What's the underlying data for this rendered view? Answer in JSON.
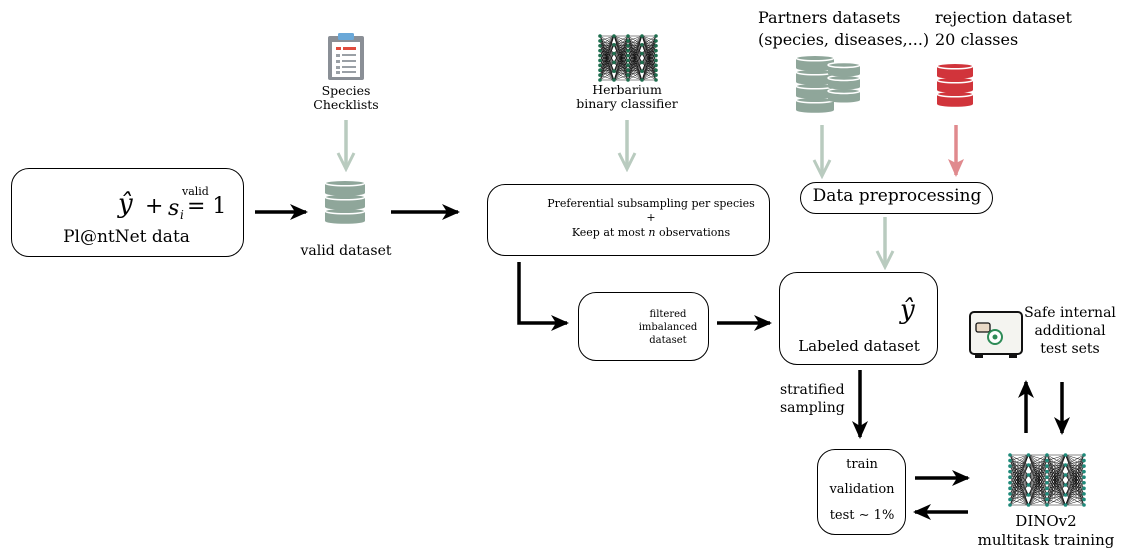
{
  "nodes": {
    "plantnet": {
      "label": "Pl@ntNet data",
      "y_hat": "ŷ",
      "plus": "+",
      "s": "s",
      "sub_i": "i",
      "sup_valid": "valid",
      "equals_one": "= 1"
    },
    "checklists": {
      "line1": "Species",
      "line2": "Checklists"
    },
    "valid": {
      "label": "valid dataset"
    },
    "herbarium": {
      "line1": "Herbarium",
      "line2": "binary classifier"
    },
    "subsampling": {
      "line1": "Preferential subsampling per species",
      "line2": "+",
      "line3_pre": "Keep at most ",
      "line3_n": "n",
      "line3_post": " observations"
    },
    "partners": {
      "line1": "Partners datasets",
      "line2": "(species, diseases,...)"
    },
    "rejection": {
      "line1": "rejection dataset",
      "line2": "20 classes"
    },
    "preprocessing": {
      "label": "Data preprocessing"
    },
    "filtered": {
      "line1": "filtered",
      "line2": "imbalanced",
      "line3": "dataset"
    },
    "labeled": {
      "label": "Labeled dataset",
      "y_hat": "ŷ"
    },
    "safe": {
      "line1": "Safe internal",
      "line2": "additional",
      "line3": "test sets"
    },
    "stratified": {
      "line1": "stratified",
      "line2": "sampling"
    },
    "splits": {
      "train": "train",
      "validation": "validation",
      "test": "test ∼ 1%"
    },
    "dino": {
      "line1": "DINOv2",
      "line2": "multitask training"
    }
  },
  "colors": {
    "db_gray": "#8fa69a",
    "db_green": "#8ab12e",
    "db_red": "#d1343b",
    "arrow_light": "#b9cbbf",
    "arrow_red": "#e08a8e",
    "arrow_dark": "#000000"
  },
  "icons": [
    "database-icon",
    "users-icon",
    "phone-icon",
    "clipboard-icon",
    "funnel-icon",
    "neural-network-icon",
    "safe-icon"
  ]
}
